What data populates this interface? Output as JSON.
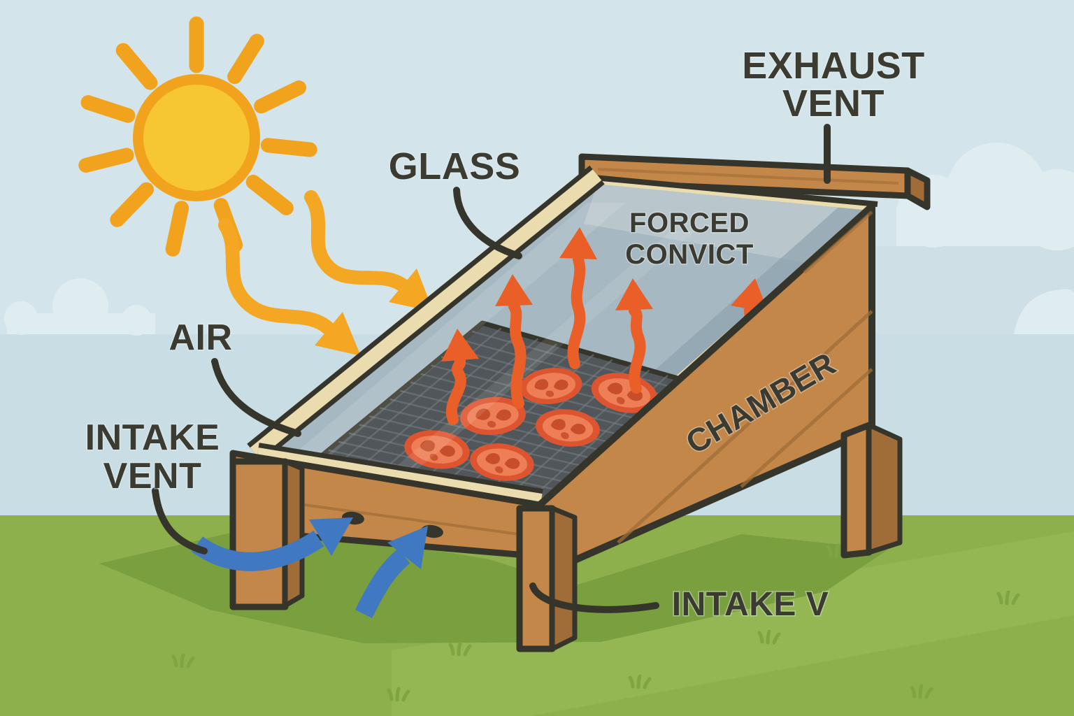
{
  "scene": {
    "labels": {
      "exhaust": {
        "line1": "EXHAUST",
        "line2": "VENT"
      },
      "glass": "GLASS",
      "forced_convection": {
        "line1": "FORCED",
        "line2": "CONVICT"
      },
      "air": "AIR",
      "intake": {
        "line1": "INTAKE",
        "line2": "VENT"
      },
      "chamber": "CHAMBER",
      "intake_bottom": "INTAKE V"
    },
    "colors": {
      "sky": "#d3e5ea",
      "sky_lower": "#c9dee4",
      "sky_mid": "#cee0e6",
      "cloud": "#e0edf0",
      "grass": "#8db04d",
      "grass_light": "#9cbd5a",
      "grass_shadow": "#7a9f3e",
      "tuft": "#7fa443",
      "sun_core": "#f6c733",
      "sun_ring": "#f1a31e",
      "sun_arrow": "#f4a722",
      "heat_arrow": "#ea5f28",
      "air_arrow": "#4079c2",
      "wood": "#c28749",
      "wood_dark": "#a06c38",
      "outline": "#35352b",
      "frame_cream": "#eadcae",
      "glass_pane": "#a6b8c1",
      "glass_wall": "#b9c6cc",
      "mesh": "#505659",
      "tomato_rim": "#dd5530",
      "tomato_flesh": "#ee7e55",
      "tomato_seed": "#c64e2a",
      "label_text": "#3b3b31"
    }
  }
}
